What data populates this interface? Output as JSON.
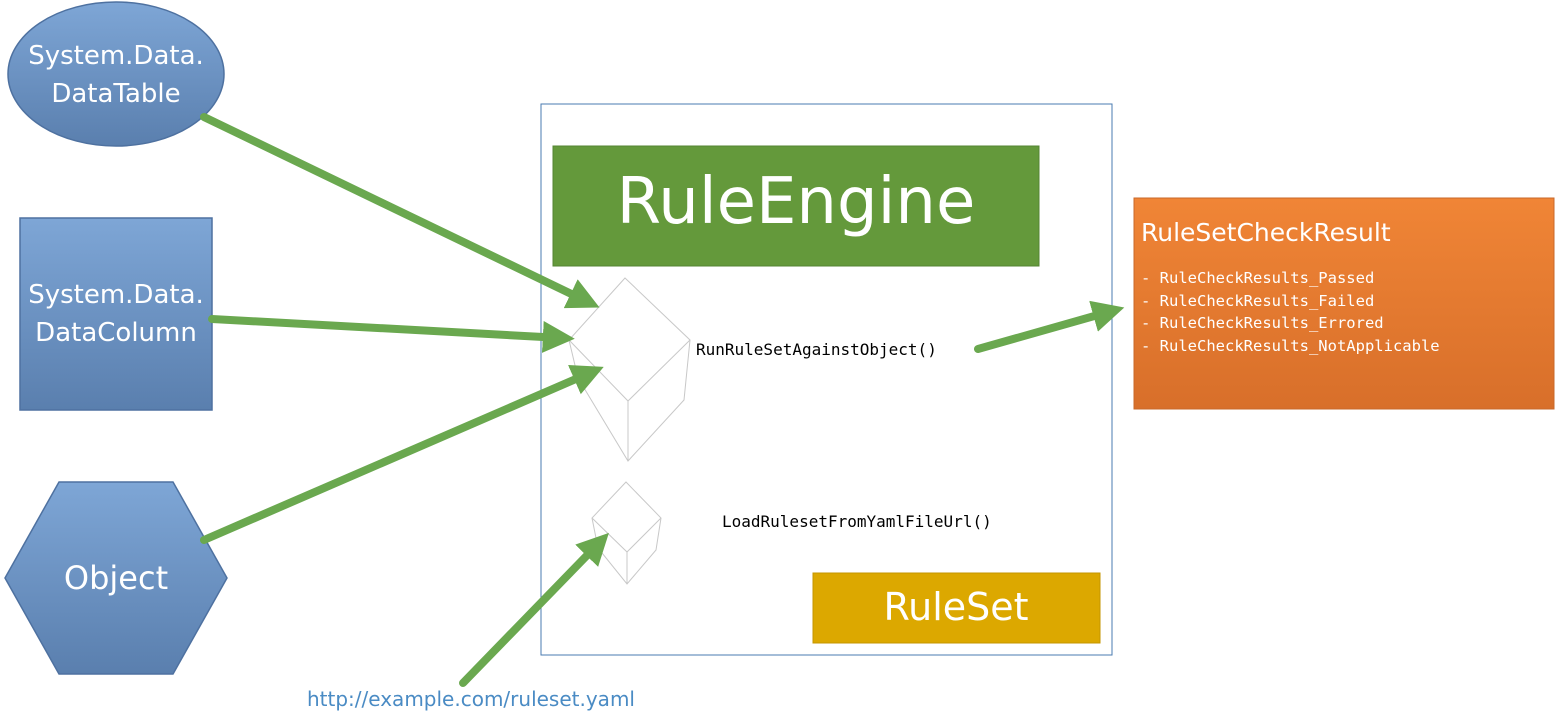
{
  "inputs": {
    "datatable": {
      "line1": "System.Data.",
      "line2": "DataTable"
    },
    "datacolumn": {
      "line1": "System.Data.",
      "line2": "DataColumn"
    },
    "object": {
      "label": "Object"
    }
  },
  "engine": {
    "title": "RuleEngine",
    "method_run": "RunRuleSetAgainstObject()",
    "method_load": "LoadRulesetFromYamlFileUrl()",
    "ruleset_label": "RuleSet"
  },
  "result": {
    "title": "RuleSetCheckResult",
    "items": [
      "- RuleCheckResults_Passed",
      "- RuleCheckResults_Failed",
      "- RuleCheckResults_Errored",
      "- RuleCheckResults_NotApplicable"
    ]
  },
  "url": "http://example.com/ruleset.yaml",
  "colors": {
    "blue_shape": "#5f87b8",
    "green_banner": "#64993b",
    "gold": "#dca800",
    "orange": "#e87830",
    "arrow_green": "#6aa84f",
    "container_border": "#4a7bb0",
    "url_color": "#4a8bc4"
  }
}
